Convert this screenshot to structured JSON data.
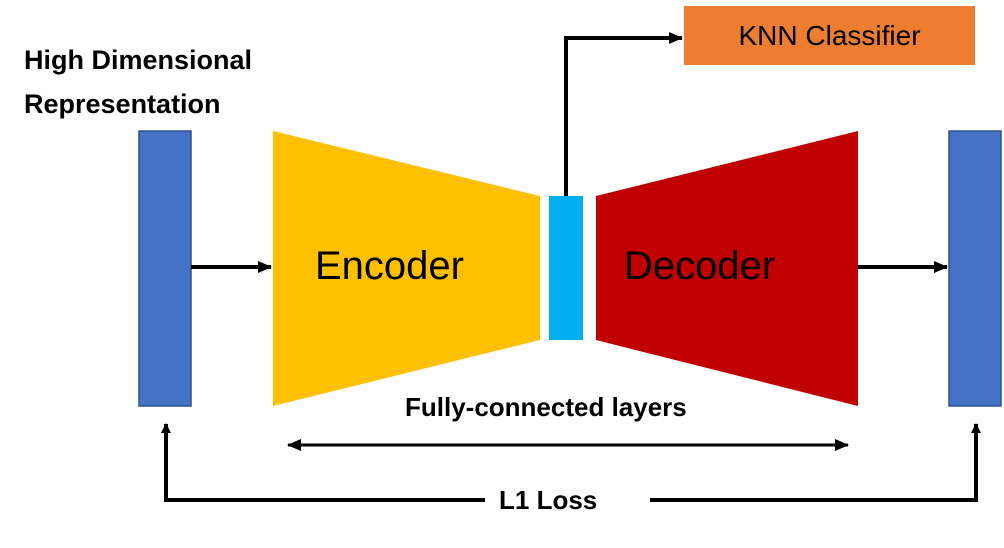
{
  "input_label": {
    "line1": "High Dimensional",
    "line2": "Representation"
  },
  "encoder_label": "Encoder",
  "decoder_label": "Decoder",
  "classifier_label": "KNN Classifier",
  "fc_label": "Fully-connected layers",
  "loss_label": "L1 Loss",
  "colors": {
    "vector_bar": "#4472C4",
    "encoder": "#FFC000",
    "decoder": "#C00000",
    "bottleneck": "#00B0F0",
    "classifier": "#ED7D31",
    "arrow": "#000000"
  }
}
